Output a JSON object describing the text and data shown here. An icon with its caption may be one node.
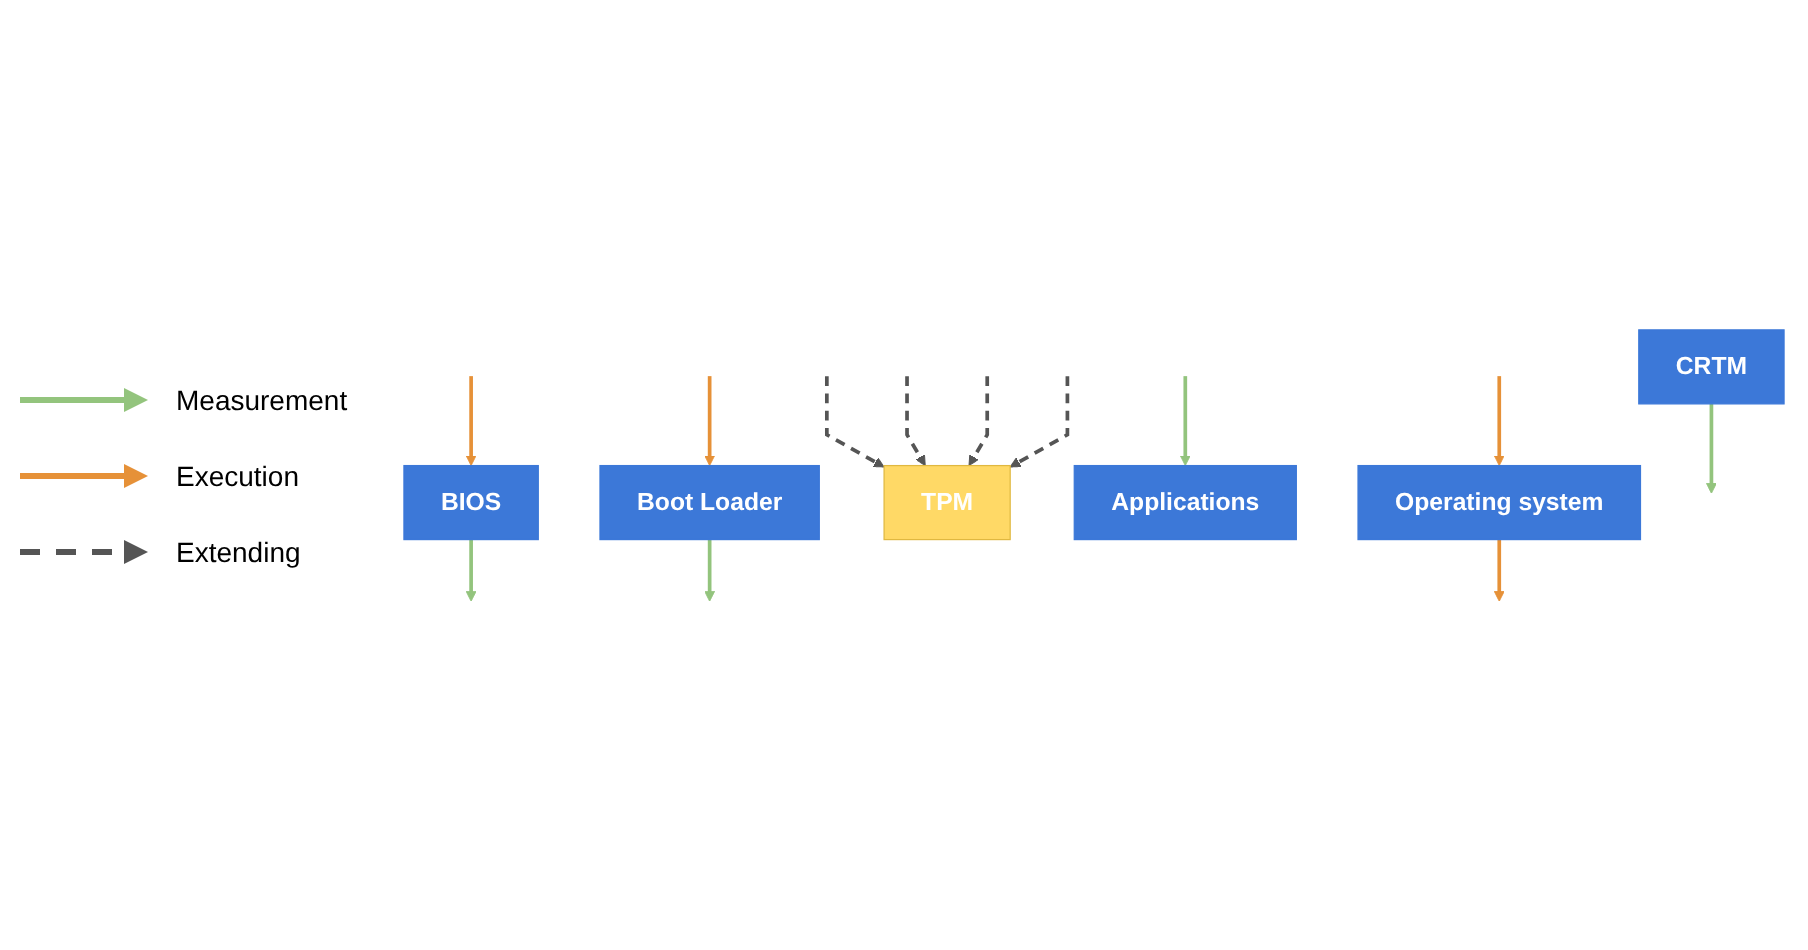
{
  "diagram": {
    "nodes": [
      {
        "text": [
          "CRTM"
        ]
      },
      {
        "text": [
          "BIOS"
        ]
      },
      {
        "text": [
          "Boot Loader"
        ]
      },
      {
        "text": [
          "TPM"
        ]
      },
      {
        "text": [
          "Applications"
        ]
      },
      {
        "text": [
          "Operating system"
        ]
      }
    ],
    "edges": [
      {
        "from": 0,
        "to": null,
        "arrow": "to",
        "color": "#93c47d"
      },
      {
        "from": null,
        "to": 1,
        "arrow": "to",
        "color": "#e69138"
      },
      {
        "from": null,
        "to": 3,
        "arrow": "to",
        "style": "dashed",
        "color": "#555555"
      },
      {
        "from": 1,
        "to": null,
        "arrow": "to",
        "color": "#93c47d"
      },
      {
        "from": null,
        "to": 2,
        "arrow": "to",
        "color": "#e69138"
      },
      {
        "from": null,
        "to": 3,
        "arrow": "to",
        "style": "dashed",
        "color": "#555555"
      },
      {
        "from": 2,
        "to": null,
        "arrow": "to",
        "color": "#93c47d"
      },
      {
        "from": null,
        "to": 5,
        "arrow": "to",
        "color": "#e69138"
      },
      {
        "from": null,
        "to": 3,
        "arrow": "to",
        "style": "dashed",
        "color": "#555555"
      },
      {
        "from": 5,
        "to": null,
        "arrow": "to",
        "color": "#e69138"
      },
      {
        "from": null,
        "to": 4,
        "arrow": "to",
        "color": "#93c47d"
      },
      {
        "from": null,
        "to": 3,
        "arrow": "to",
        "style": "dashed",
        "color": "#555555"
      }
    ],
    "legend": [
      {
        "text": "Measurement"
      },
      {
        "text": "Execution"
      },
      {
        "text": "Extending"
      }
    ]
  }
}
